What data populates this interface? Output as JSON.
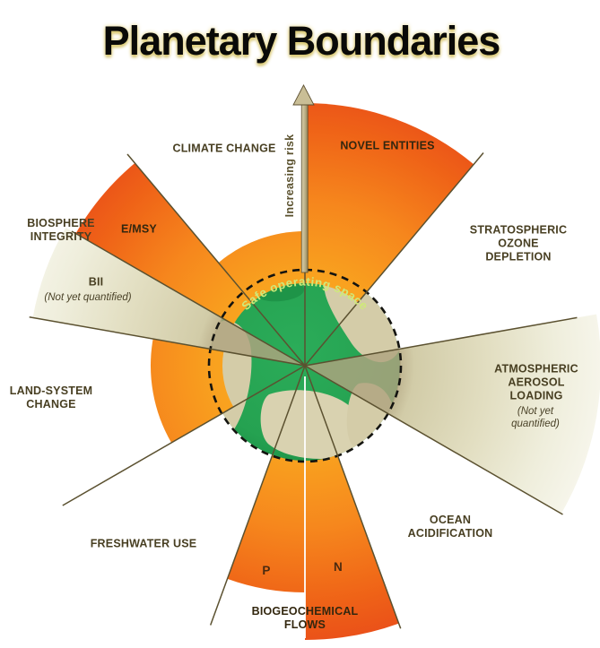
{
  "title": "Planetary Boundaries",
  "arrow": {
    "label": "Increasing risk"
  },
  "safe_space": {
    "label": "Safe operating space"
  },
  "labels": {
    "climate_change": "CLIMATE CHANGE",
    "novel_entities": "NOVEL ENTITIES",
    "stratospheric_ozone": "STRATOSPHERIC OZONE\nDEPLETION",
    "biosphere_integrity": "BIOSPHERE\nINTEGRITY",
    "emsy": "E/MSY",
    "bii": "BII",
    "not_yet_quantified": "(Not yet quantified)",
    "land_system": "LAND-SYSTEM\nCHANGE",
    "freshwater": "FRESHWATER USE",
    "aerosol": "ATMOSPHERIC\nAEROSOL\nLOADING",
    "ocean_acidification": "OCEAN\nACIDIFICATION",
    "p": "P",
    "n": "N",
    "biogeochemical": "BIOGEOCHEMICAL\nFLOWS"
  },
  "sectors": [
    {
      "label": "CLIMATE CHANGE",
      "status": "beyond boundary",
      "extent": "moderate"
    },
    {
      "label": "NOVEL ENTITIES",
      "status": "beyond boundary",
      "extent": "high"
    },
    {
      "label": "STRATOSPHERIC OZONE DEPLETION",
      "status": "within safe operating space"
    },
    {
      "label": "ATMOSPHERIC AEROSOL LOADING",
      "status": "not yet quantified"
    },
    {
      "label": "OCEAN ACIDIFICATION",
      "status": "within safe operating space"
    },
    {
      "label": "BIOGEOCHEMICAL FLOWS",
      "sub": [
        {
          "label": "P",
          "status": "beyond boundary",
          "extent": "high"
        },
        {
          "label": "N",
          "status": "beyond boundary",
          "extent": "high"
        }
      ]
    },
    {
      "label": "FRESHWATER USE",
      "status": "within safe operating space"
    },
    {
      "label": "LAND-SYSTEM CHANGE",
      "status": "beyond boundary",
      "extent": "moderate"
    },
    {
      "label": "BIOSPHERE INTEGRITY",
      "sub": [
        {
          "label": "BII",
          "status": "not yet quantified"
        },
        {
          "label": "E/MSY",
          "status": "beyond boundary",
          "extent": "high"
        }
      ]
    }
  ],
  "colors": {
    "risk_orange": "#F6871D",
    "risk_orange_deep": "#E8481A",
    "not_quantified_beige": "#CFC7A3",
    "safe_green": "#26A553",
    "line_olive": "#5B5130",
    "label_olive": "#483F22",
    "safe_text_green": "#CFE97A"
  }
}
